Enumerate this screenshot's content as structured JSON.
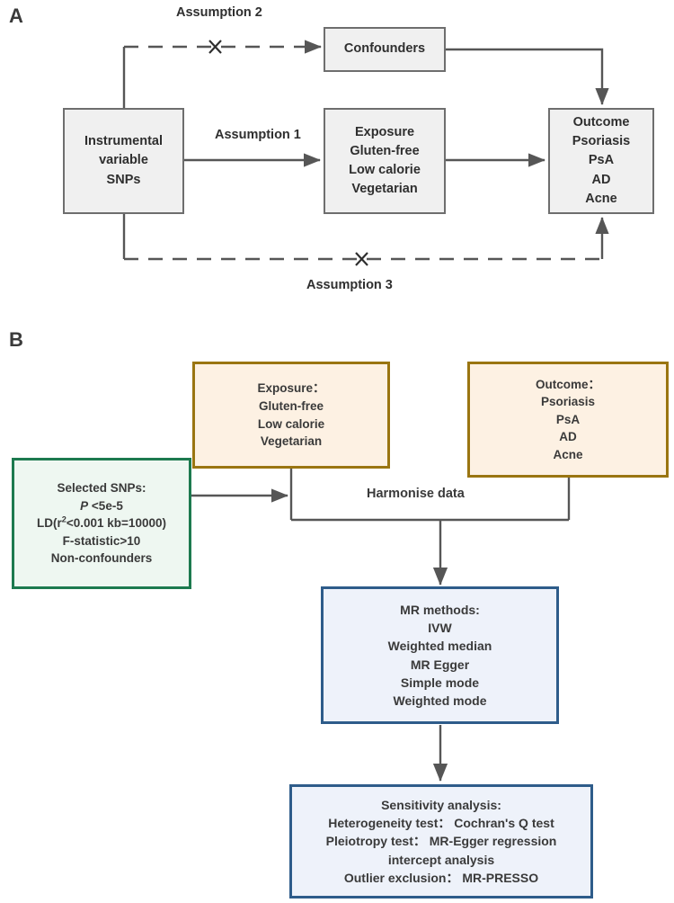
{
  "figure": {
    "panels": [
      {
        "id": "A",
        "label": "A",
        "boxes": {
          "instrumental_variable": [
            "Instrumental",
            "variable",
            "SNPs"
          ],
          "confounders": [
            "Confounders"
          ],
          "exposure": [
            "Exposure",
            "Gluten-free",
            "Low calorie",
            "Vegetarian"
          ],
          "outcome": [
            "Outcome",
            "Psoriasis",
            "PsA",
            "AD",
            "Acne"
          ]
        },
        "edge_labels": {
          "assumption1": "Assumption 1",
          "assumption2": "Assumption 2",
          "assumption3": "Assumption 3"
        },
        "violation_marks": [
          "X",
          "X"
        ]
      },
      {
        "id": "B",
        "label": "B",
        "boxes": {
          "exposure": [
            "Exposure：",
            "Gluten-free",
            "Low calorie",
            "Vegetarian"
          ],
          "outcome": [
            "Outcome：",
            "Psoriasis",
            "PsA",
            "AD",
            "Acne"
          ],
          "selected_snps": {
            "title": "Selected SNPs:",
            "p_threshold_prefix": "P",
            "p_threshold_value": " <5e-5",
            "ld_prefix": "LD(r",
            "ld_sup": "2",
            "ld_suffix": "<0.001 kb=10000)",
            "f_statistic": "F-statistic>10",
            "non_confounders": "Non-confounders"
          },
          "mr_methods": [
            "MR methods:",
            "IVW",
            "Weighted median",
            "MR Egger",
            "Simple mode",
            "Weighted mode"
          ],
          "sensitivity": [
            "Sensitivity analysis:",
            "Heterogeneity test：  Cochran's Q test",
            "Pleiotropy test：  MR-Egger regression",
            "intercept analysis",
            "Outlier exclusion：   MR-PRESSO"
          ]
        },
        "edge_labels": {
          "harmonise": "Harmonise data"
        }
      }
    ],
    "colors": {
      "gray_border": "#6e6e6e",
      "gray_fill": "#f0f0f0",
      "tan_border": "#9a7511",
      "tan_fill": "#fdf1e3",
      "green_border": "#1d7a4f",
      "green_fill": "#eef7f1",
      "blue_border": "#2e5c8a",
      "blue_fill": "#eef2fa",
      "connector": "#565656",
      "text": "#2f2f2f"
    }
  }
}
